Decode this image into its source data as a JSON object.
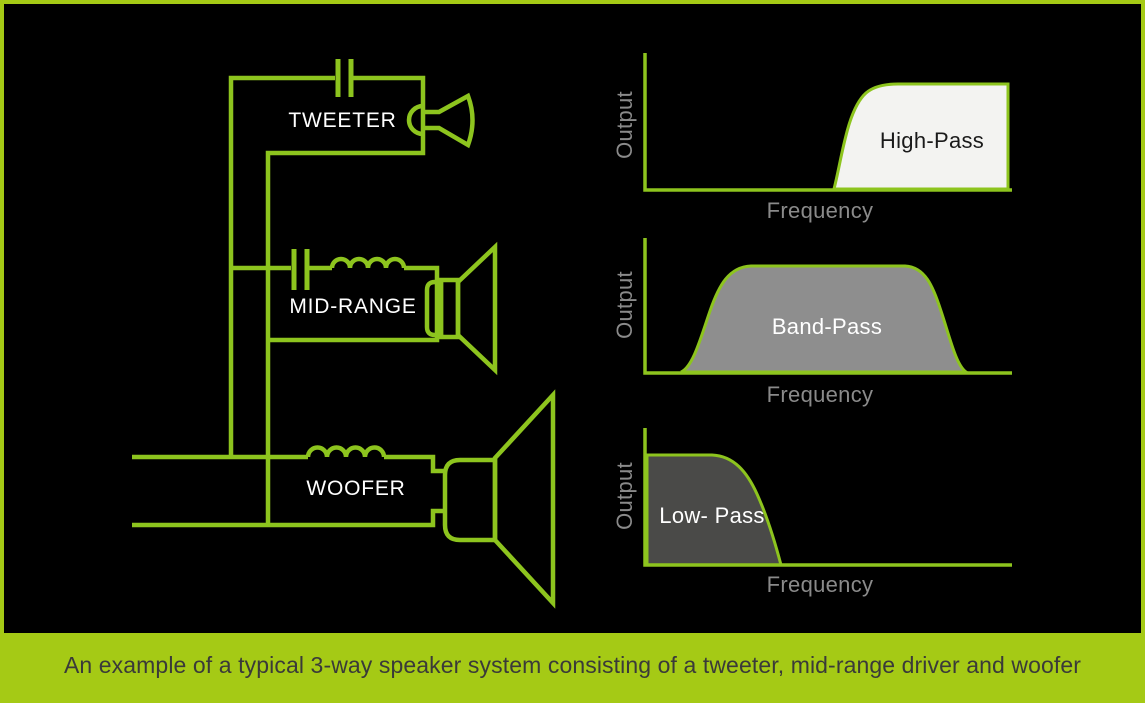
{
  "colors": {
    "background": "#000000",
    "line_green": "#8dc41e",
    "frame_green": "#a5ca15",
    "caption_bg": "#a5ca15",
    "caption_text": "#3a3a39",
    "axis_label_gray": "#8a8a8a",
    "circuit_label_text": "#ffffff",
    "high_pass_fill": "#f3f3f1",
    "high_pass_label_text": "#1a1a1a",
    "band_pass_fill": "#8e8e8e",
    "low_pass_fill": "#4a4a48",
    "band_low_label_text": "#ffffff"
  },
  "circuit": {
    "speaker_labels": {
      "tweeter": "TWEETER",
      "midrange": "MID-RANGE",
      "woofer": "WOOFER"
    },
    "icons": [
      "capacitor-icon",
      "inductor-coil-icon",
      "horn-tweeter-icon",
      "cone-speaker-icon"
    ],
    "description_of_wiring": "two input wires from left feed woofer directly; series capacitor feeds tweeter; series capacitor plus inductor feed mid-range; series inductor feeds woofer"
  },
  "caption": {
    "text": "An example of a typical 3-way speaker system consisting of a tweeter, mid-range driver and woofer"
  },
  "chart_data": [
    {
      "type": "area",
      "title": "High-Pass",
      "label_inside": "High-Pass",
      "xlabel": "Frequency",
      "ylabel": "Output",
      "axis_ticks": "none",
      "grid": false,
      "fill_color": "#f3f3f1",
      "line_color": "#8dc41e",
      "x_norm": [
        0.0,
        0.51,
        0.55,
        0.6,
        0.69,
        0.99
      ],
      "y_norm": [
        0.0,
        0.0,
        0.35,
        0.82,
        1.0,
        1.0
      ],
      "note": "output is zero at low frequency, rises steeply at cutoff (~52% of axis) and plateaus at full output to the right edge"
    },
    {
      "type": "area",
      "title": "Band-Pass",
      "label_inside": "Band-Pass",
      "xlabel": "Frequency",
      "ylabel": "Output",
      "axis_ticks": "none",
      "grid": false,
      "fill_color": "#8e8e8e",
      "line_color": "#8dc41e",
      "x_norm": [
        0.1,
        0.15,
        0.22,
        0.29,
        0.72,
        0.79,
        0.85,
        0.89
      ],
      "y_norm": [
        0.0,
        0.4,
        0.85,
        1.0,
        1.0,
        0.85,
        0.4,
        0.0
      ],
      "note": "output passes a middle band: rises from ~10% of axis, flat top between ~29% and ~72%, falls to zero by ~89%"
    },
    {
      "type": "area",
      "title": "Low- Pass",
      "label_inside": "Low- Pass",
      "xlabel": "Frequency",
      "ylabel": "Output",
      "axis_ticks": "none",
      "grid": false,
      "fill_color": "#4a4a48",
      "line_color": "#8dc41e",
      "x_norm": [
        0.0,
        0.18,
        0.25,
        0.31,
        0.37
      ],
      "y_norm": [
        1.0,
        1.0,
        0.85,
        0.45,
        0.0
      ],
      "note": "full output at low frequency, plateau to ~18% of axis, rolls off to zero by ~37%"
    }
  ]
}
